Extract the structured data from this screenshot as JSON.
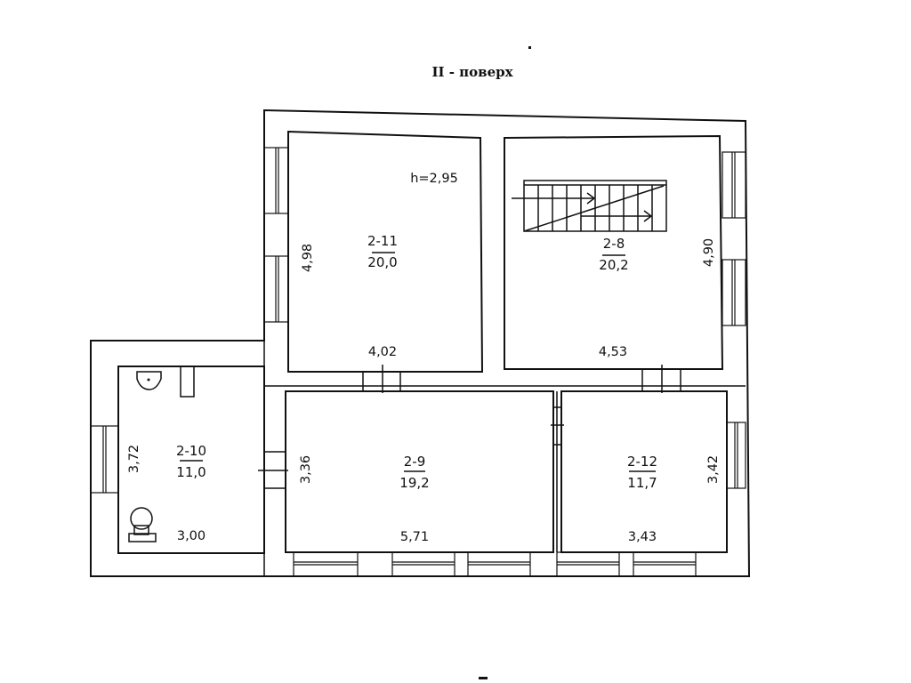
{
  "title": "II - поверх",
  "ceiling_height": "h=2,95",
  "rooms": [
    {
      "id": "2-11",
      "area": "20,0",
      "width": "4,02",
      "length": "4,98"
    },
    {
      "id": "2-8",
      "area": "20,2",
      "width": "4,53",
      "length": "4,90"
    },
    {
      "id": "2-10",
      "area": "11,0",
      "width": "3,00",
      "length": "3,72"
    },
    {
      "id": "2-9",
      "area": "19,2",
      "width": "5,71",
      "length": "3,36"
    },
    {
      "id": "2-12",
      "area": "11,7",
      "width": "3,43",
      "length": "3,42"
    }
  ],
  "symbols": {
    "stairs": "stairs-icon",
    "sink": "sink-icon",
    "toilet": "toilet-icon"
  }
}
